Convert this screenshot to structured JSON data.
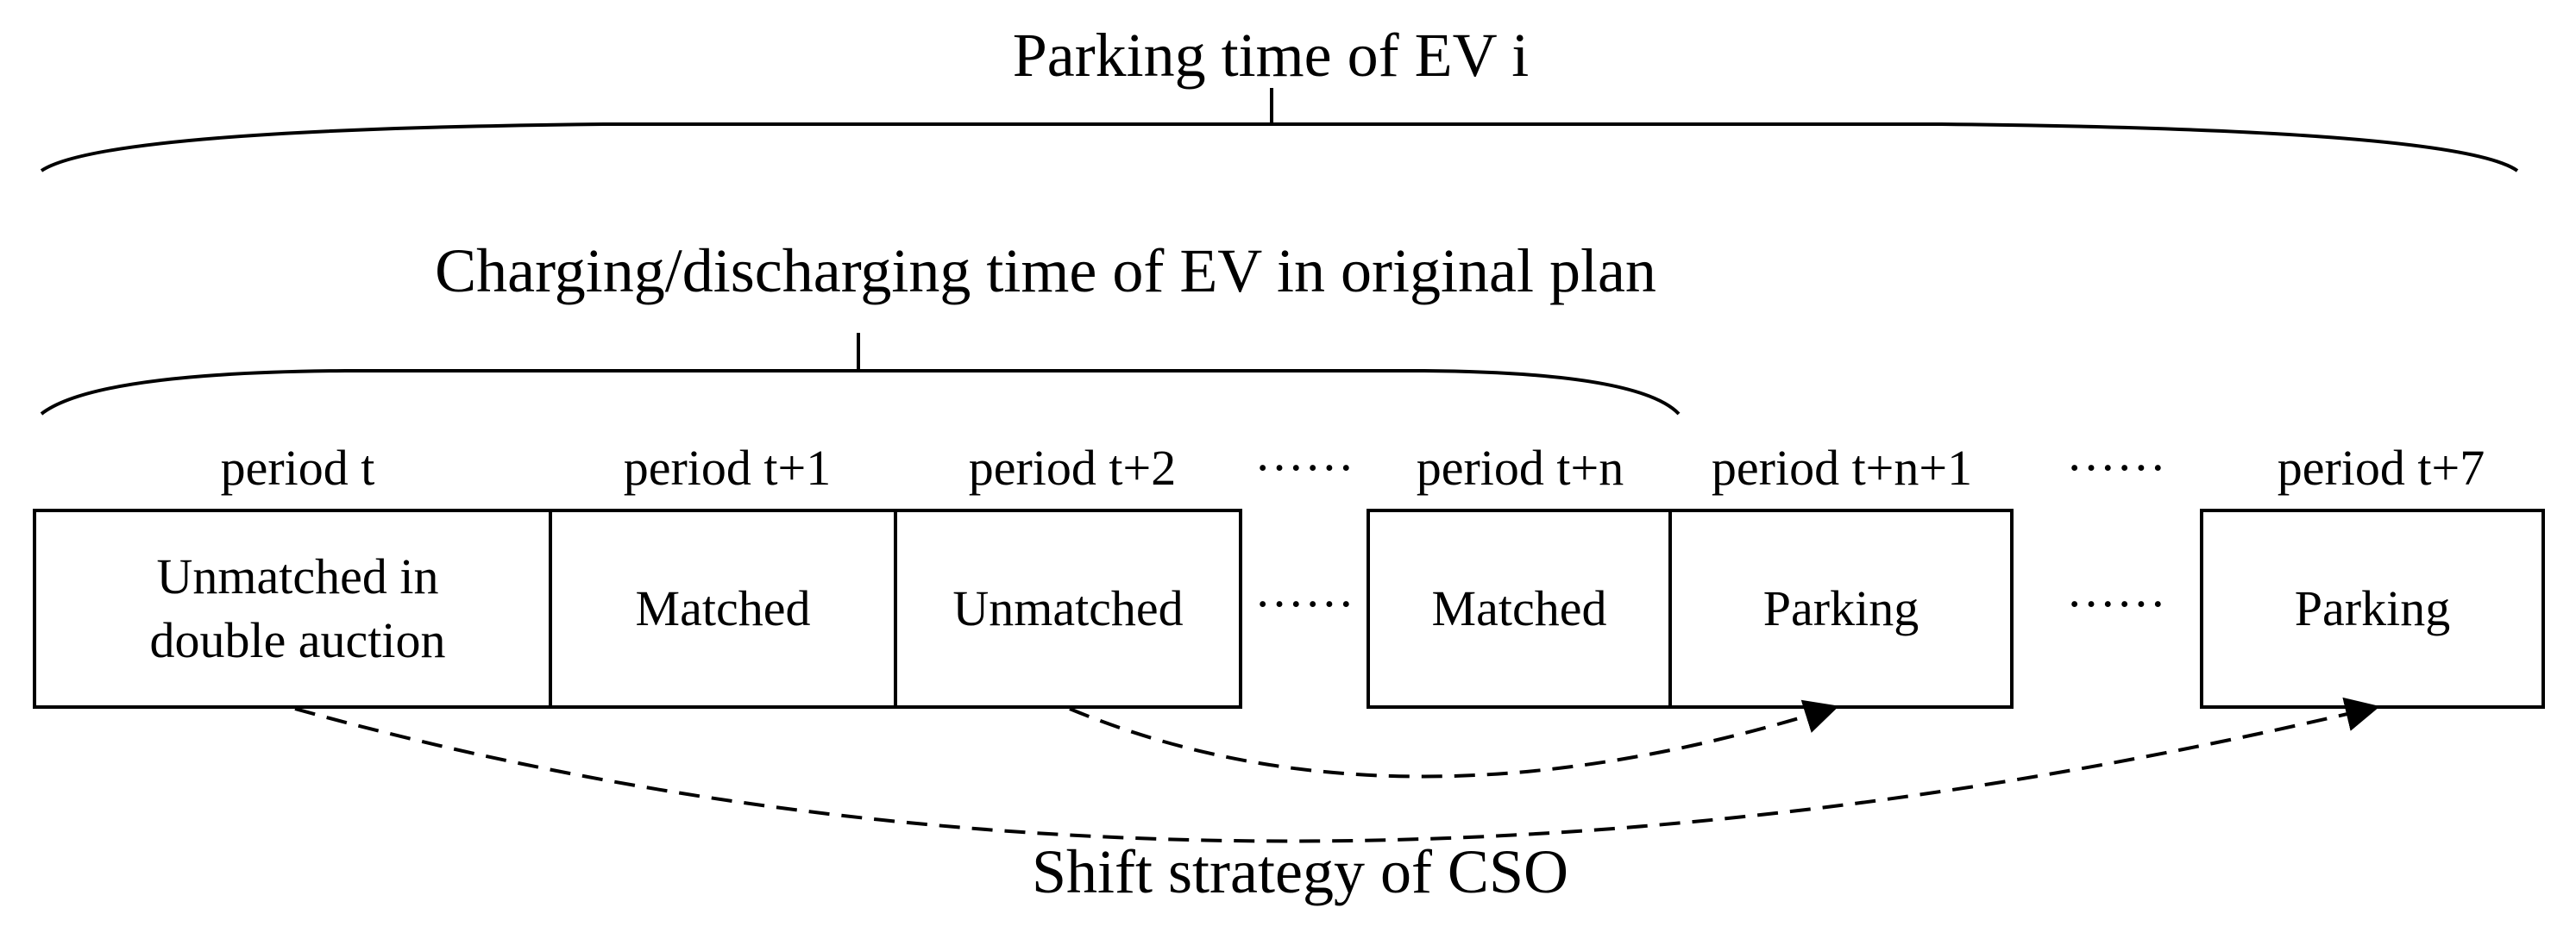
{
  "top_brace_label": "Parking time of EV i",
  "plan_brace_label": "Charging/discharging time of EV in original plan",
  "periods": [
    "period t",
    "period t+1",
    "period t+2",
    "period t+n",
    "period t+n+1",
    "period t+7"
  ],
  "boxes": [
    {
      "lines": [
        "Unmatched in",
        "double auction"
      ]
    },
    {
      "lines": [
        "Matched"
      ]
    },
    {
      "lines": [
        "Unmatched"
      ]
    },
    {
      "lines": [
        "Matched"
      ]
    },
    {
      "lines": [
        "Parking"
      ]
    },
    {
      "lines": [
        "Parking"
      ]
    }
  ],
  "ellipsis": "······",
  "bottom_label": "Shift strategy of CSO"
}
